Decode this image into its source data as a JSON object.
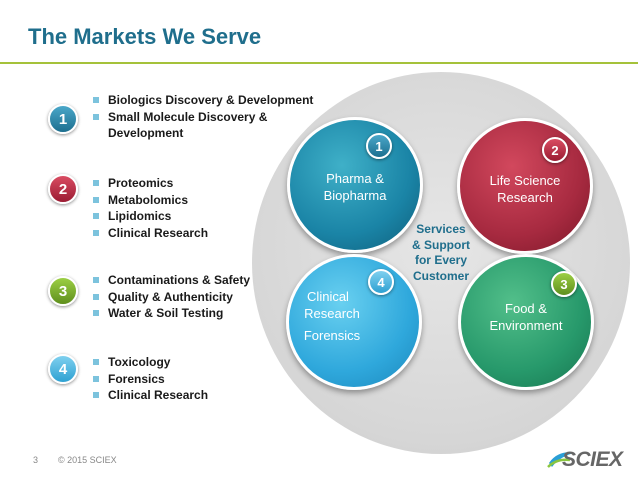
{
  "title": "The Markets We Serve",
  "segments": [
    {
      "number": "1",
      "bullets": [
        "Biologics Discovery & Development",
        "Small Molecule Discovery &",
        "Development"
      ]
    },
    {
      "number": "2",
      "bullets": [
        "Proteomics",
        "Metabolomics",
        "Lipidomics",
        "Clinical Research"
      ]
    },
    {
      "number": "3",
      "bullets": [
        "Contaminations & Safety",
        "Quality & Authenticity",
        "Water & Soil Testing"
      ]
    },
    {
      "number": "4",
      "bullets": [
        "Toxicology",
        "Forensics",
        "Clinical Research"
      ]
    }
  ],
  "circles": {
    "pharma": {
      "number": "1",
      "line1": "Pharma &",
      "line2": "Biopharma",
      "color": "#1a84a6"
    },
    "life_science": {
      "number": "2",
      "line1": "Life Science",
      "line2": "Research",
      "color": "#a72a40"
    },
    "clinical": {
      "number": "4",
      "line1": "Clinical",
      "line2": "Research",
      "line3": "Forensics",
      "color": "#2fa8dc"
    },
    "food": {
      "number": "3",
      "line1": "Food &",
      "line2": "Environment",
      "color": "#27996b"
    }
  },
  "center": {
    "line1": "Services",
    "line2": "& Support",
    "line3": "for Every",
    "line4": "Customer"
  },
  "footer": {
    "page": "3",
    "copyright": "© 2015 SCIEX"
  },
  "logo": {
    "text": "SCIEX",
    "icon": "sciex-swoosh-icon"
  }
}
